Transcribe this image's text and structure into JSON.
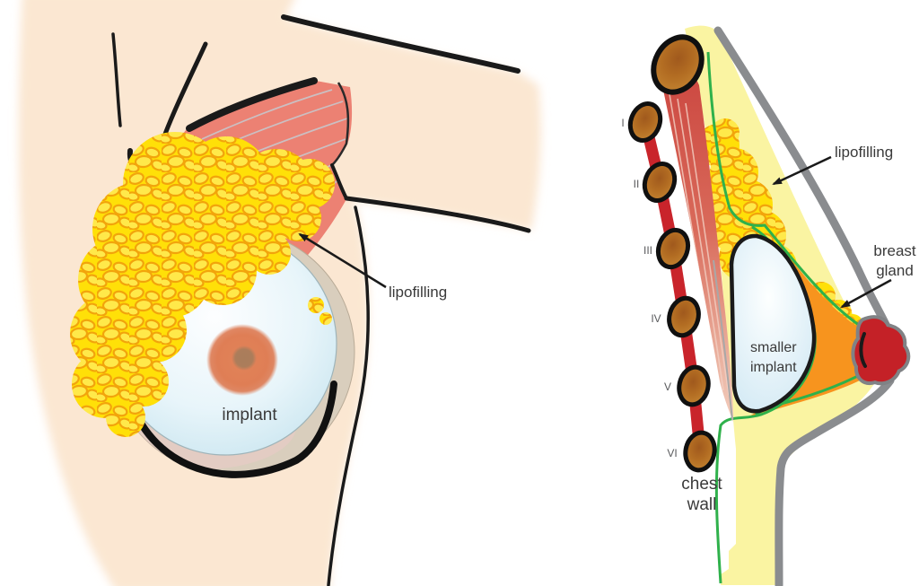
{
  "figure": {
    "left_view": {
      "labels": {
        "lipofilling": "lipofilling",
        "implant": "implant"
      }
    },
    "right_view": {
      "labels": {
        "lipofilling": "lipofilling",
        "breast_gland_line1": "breast",
        "breast_gland_line2": "gland",
        "smaller_implant_line1": "smaller",
        "smaller_implant_line2": "implant",
        "chest_wall_line1": "chest",
        "chest_wall_line2": "wall"
      },
      "rib_labels": [
        "I",
        "II",
        "III",
        "IV",
        "V",
        "VI"
      ]
    },
    "colors": {
      "skin": "#fbe7d2",
      "fat_yellow": "#ffe104",
      "fat_outline": "#f5a40b",
      "muscle_left": "#ec8173",
      "muscle_right_top": "#cc4841",
      "muscle_right_bottom": "#f2cdbd",
      "implant_blue": "#d2eaf4",
      "implant_ring_beige": "#d9cebd",
      "areola": "#de7c54",
      "gland_orange": "#f7941e",
      "nipple_red": "#c42127",
      "skin_outline_gray": "#8a8c8f",
      "capsule_green": "#2fb14b",
      "rib_brown": "#be7a26",
      "intercostal_red": "#c9242b",
      "outline_black": "#1a1a1a",
      "text": "#3a3a3a"
    }
  }
}
